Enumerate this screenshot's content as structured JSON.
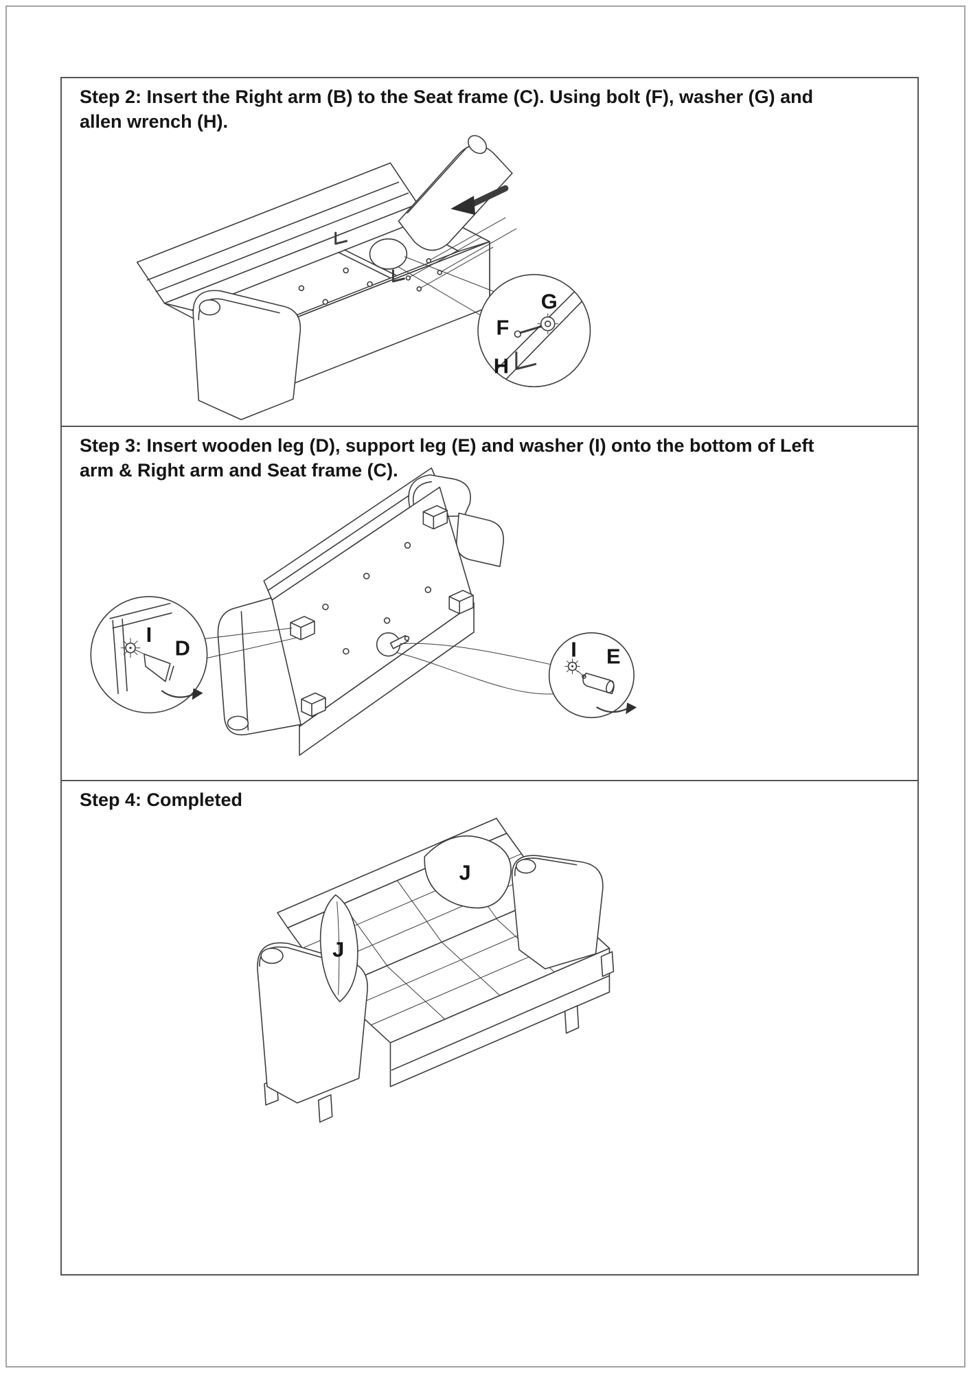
{
  "document": {
    "kind": "assembly-instruction-sheet",
    "line_color": "#3d3d3d",
    "border_color": "#555555"
  },
  "steps": [
    {
      "heading": "Step 2: Insert the Right arm (B) to the Seat frame (C). Using bolt (F), washer (G) and allen wrench (H).",
      "callout": {
        "bolt": "F",
        "washer": "G",
        "wrench": "H"
      }
    },
    {
      "heading": "Step 3: Insert wooden leg (D), support leg (E) and washer (I) onto the bottom of Left arm & Right arm and Seat frame (C).",
      "left_callout": {
        "washer": "I",
        "wooden_leg": "D"
      },
      "right_callout": {
        "washer": "I",
        "support_leg": "E"
      }
    },
    {
      "heading": "Step 4: Completed",
      "pillow_back_label": "J",
      "pillow_seat_label": "J"
    }
  ]
}
